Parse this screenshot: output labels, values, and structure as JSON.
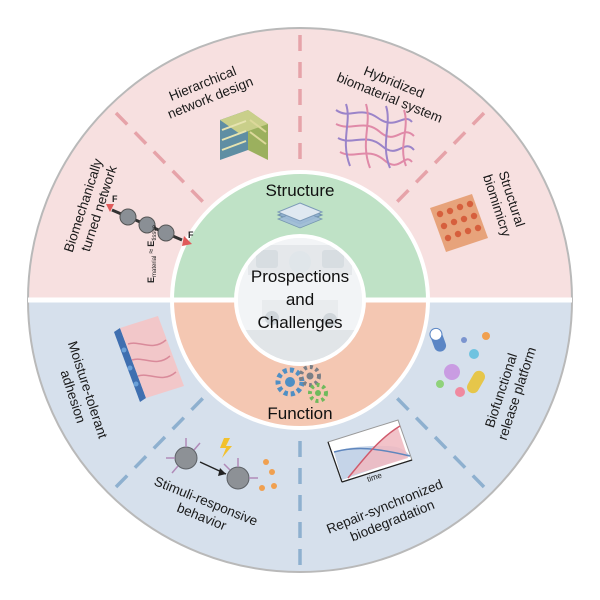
{
  "center": {
    "line1": "Prospections",
    "line2": "and",
    "line3": "Challenges"
  },
  "structure": {
    "title": "Structure",
    "segments": [
      {
        "line1": "Biomechanically",
        "line2": "turned network"
      },
      {
        "line1": "Hierarchical",
        "line2": "network design"
      },
      {
        "line1": "Hybridized",
        "line2": "biomaterial system"
      },
      {
        "line1": "Structural",
        "line2": "biomimicry"
      }
    ]
  },
  "function": {
    "title": "Function",
    "segments": [
      {
        "line1": "Moisture-tolerant",
        "line2": "adhesion"
      },
      {
        "line1": "Stimuli-responsive",
        "line2": "behavior"
      },
      {
        "line1": "Repair-synchronized",
        "line2": "biodegradation"
      },
      {
        "line1": "Biofunctional",
        "line2": "release platform"
      }
    ]
  },
  "icons": {
    "force_label": "F",
    "moduli_label_a": "E",
    "moduli_sub_a": "material",
    "moduli_approx": "≈",
    "moduli_label_b": "E",
    "moduli_sub_b": "tissue",
    "time_axis_label": "time"
  },
  "colors": {
    "outer_top": "#f7e0e0",
    "outer_bottom": "#d6e0ec",
    "inner_top": "#bfe2c6",
    "inner_bottom": "#f4c7b2",
    "top_dash": "#e6a3a9",
    "bottom_dash": "#8eb0cf"
  }
}
